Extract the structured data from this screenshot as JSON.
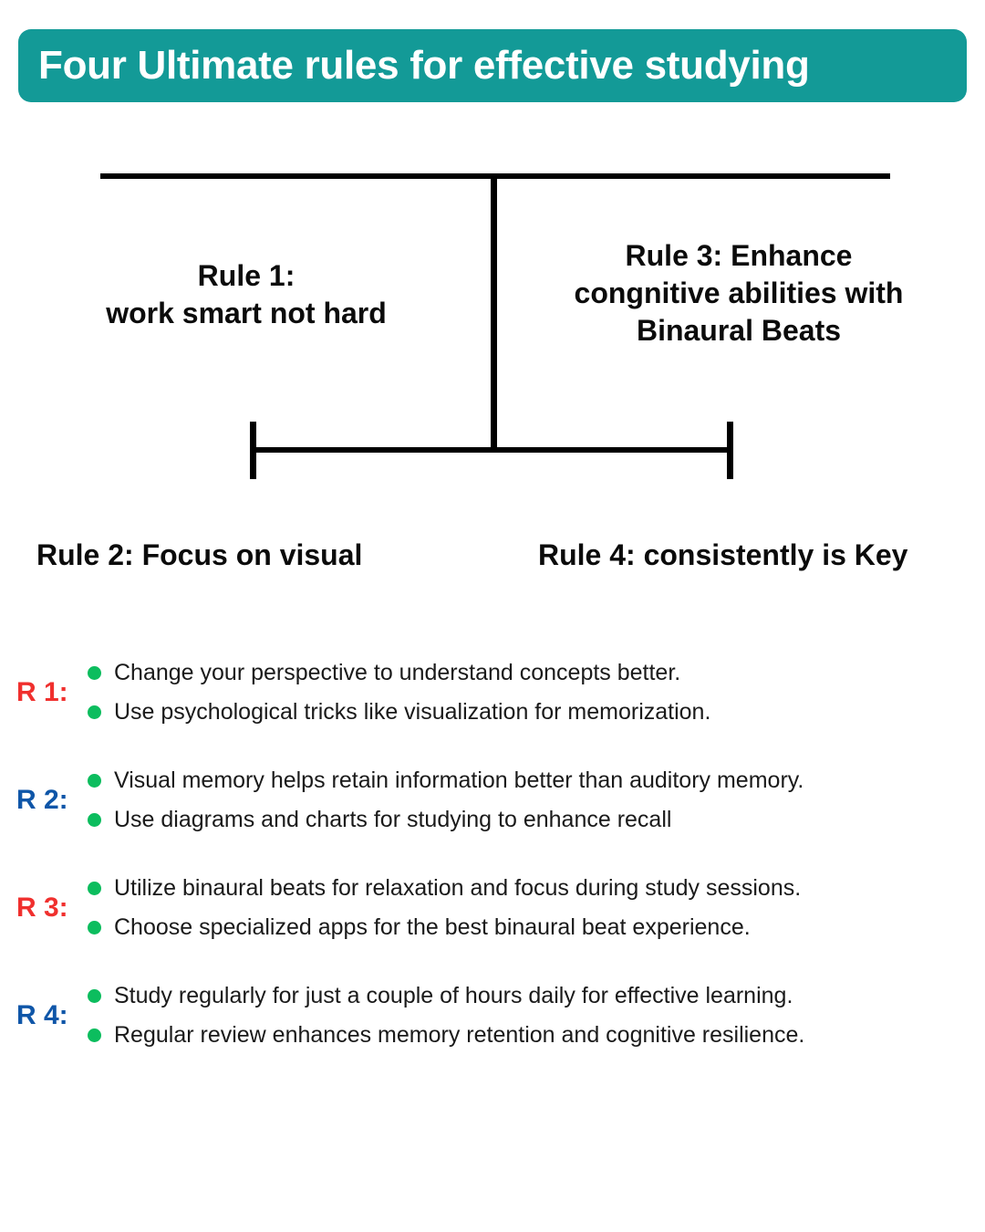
{
  "header": {
    "title": "Four Ultimate rules for effective studying",
    "background_color": "#139a97",
    "text_color": "#ffffff"
  },
  "tree": {
    "nodes": [
      {
        "id": "rule-1",
        "line1": "Rule 1:",
        "line2": "work smart not hard",
        "full": "Rule 1:\nwork smart not hard"
      },
      {
        "id": "rule-3",
        "line1": "Rule 3: Enhance",
        "line2": "congnitive abilities with",
        "line3": "Binaural Beats",
        "full": "Rule 3: Enhance congnitive abilities with Binaural Beats"
      },
      {
        "id": "rule-2",
        "label": "Rule 2: Focus on visual"
      },
      {
        "id": "rule-4",
        "label": "Rule 4: consistently is Key"
      }
    ]
  },
  "details": {
    "bullet_color": "#0cbd5e",
    "sections": [
      {
        "tag": "R 1:",
        "tag_color": "#f0302e",
        "bullets": [
          "Change your perspective to understand concepts better.",
          "Use psychological tricks like visualization for memorization."
        ]
      },
      {
        "tag": "R 2:",
        "tag_color": "#0f56a8",
        "bullets": [
          "Visual memory helps retain information better than auditory memory.",
          "Use diagrams and charts for studying to enhance recall"
        ]
      },
      {
        "tag": "R 3:",
        "tag_color": "#f0302e",
        "bullets": [
          "Utilize binaural beats for relaxation and focus during study sessions.",
          "Choose specialized apps for the best binaural beat experience."
        ]
      },
      {
        "tag": "R 4:",
        "tag_color": "#0f56a8",
        "bullets": [
          "Study regularly for just a couple of hours daily for effective learning.",
          "Regular review enhances memory retention and cognitive resilience."
        ]
      }
    ]
  }
}
